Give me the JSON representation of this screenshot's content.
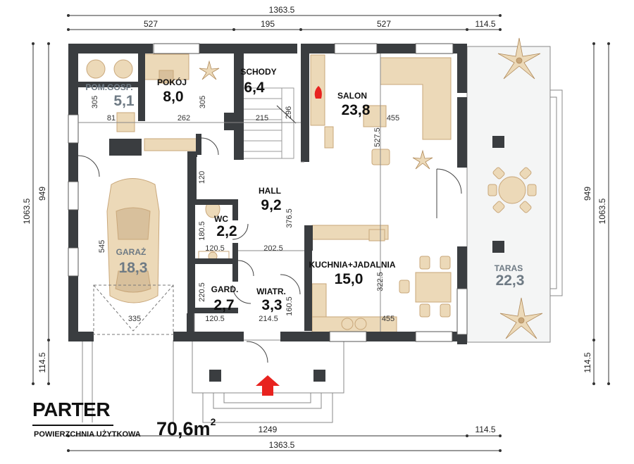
{
  "plan": {
    "title": "PARTER",
    "subtitle": "POWIERZCHNIA UŻYTKOWA",
    "total_area": "70,6m",
    "total_unit_sup": "2"
  },
  "dimensions": {
    "top_total": "1363.5",
    "top_527a": "527",
    "top_195": "195",
    "top_527b": "527",
    "top_114": "114.5",
    "bottom_1249": "1249",
    "bottom_114": "114.5",
    "bottom_total": "1363.5",
    "left_total": "1063.5",
    "left_949": "949",
    "left_114": "114.5",
    "right_total": "1063.5",
    "right_949": "949",
    "right_114": "114.5"
  },
  "inner_dims": {
    "d305a": "305",
    "d81": "81",
    "d262": "262",
    "d305b": "305",
    "d215": "215",
    "d296": "296",
    "d455a": "455",
    "d527": "527.5",
    "d120": "120",
    "d545": "545",
    "d180": "180.5",
    "d120b": "120.5",
    "d202": "202.5",
    "d376": "376.5",
    "d322": "322.5",
    "d220": "220.5",
    "d120c": "120.5",
    "d214": "214.5",
    "d160": "160.5",
    "d455b": "455",
    "d335": "335"
  },
  "rooms": {
    "pom_gosp": {
      "name": "POM.GOSP.",
      "area": "5,1"
    },
    "pokoj": {
      "name": "POKÓJ",
      "area": "8,0"
    },
    "schody": {
      "name": "SCHODY",
      "area": "6,4"
    },
    "salon": {
      "name": "SALON",
      "area": "23,8"
    },
    "hall": {
      "name": "HALL",
      "area": "9,2"
    },
    "wc": {
      "name": "WC",
      "area": "2,2"
    },
    "garaz": {
      "name": "GARAŻ",
      "area": "18,3"
    },
    "kuchnia": {
      "name": "KUCHNIA+JADALNIA",
      "area": "15,0"
    },
    "gard": {
      "name": "GARD.",
      "area": "2,7"
    },
    "wiatr": {
      "name": "WIATR.",
      "area": "3,3"
    },
    "taras": {
      "name": "TARAS",
      "area": "22,3"
    }
  },
  "colors": {
    "wall": "#3a3d40",
    "furniture": "#ecd9b8",
    "furniture_stroke": "#c9a77a",
    "window": "#ffffff",
    "arrow": "#e8231f",
    "muted_text": "#6e7a84"
  }
}
